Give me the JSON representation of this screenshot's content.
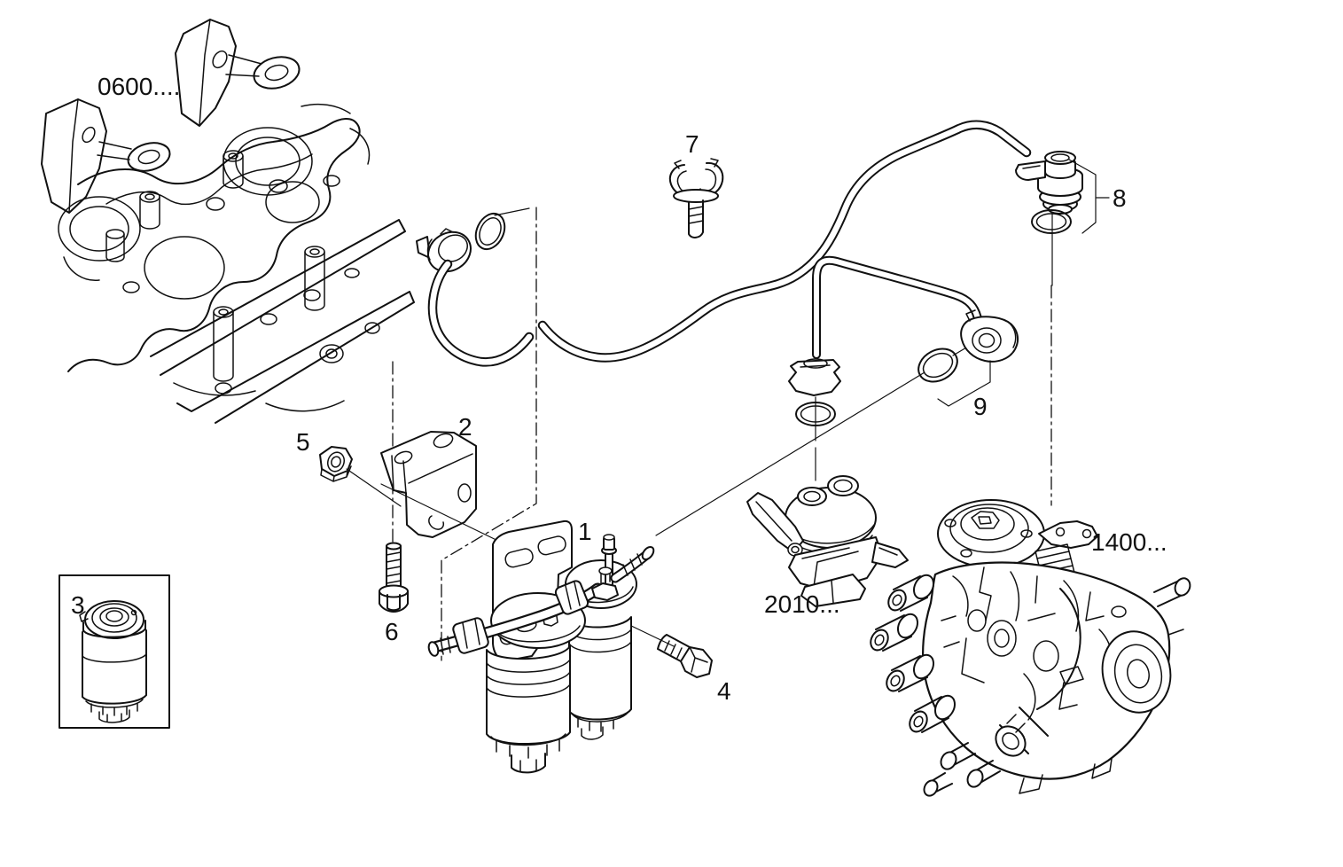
{
  "page": {
    "background": "#ffffff",
    "ink": "#111111"
  },
  "labels": {
    "engine_block_ref": "0600....",
    "filter_assembly": "1",
    "mounting_bracket": "2",
    "filter_cartridge": "3",
    "bolt_filter": "4",
    "nut": "5",
    "bolt_bracket": "6",
    "pipe_clip": "7",
    "union_kit_upper": "8",
    "union_kit_lower": "9",
    "lift_pump_ref": "2010...",
    "injection_pump_ref": "1400..."
  }
}
